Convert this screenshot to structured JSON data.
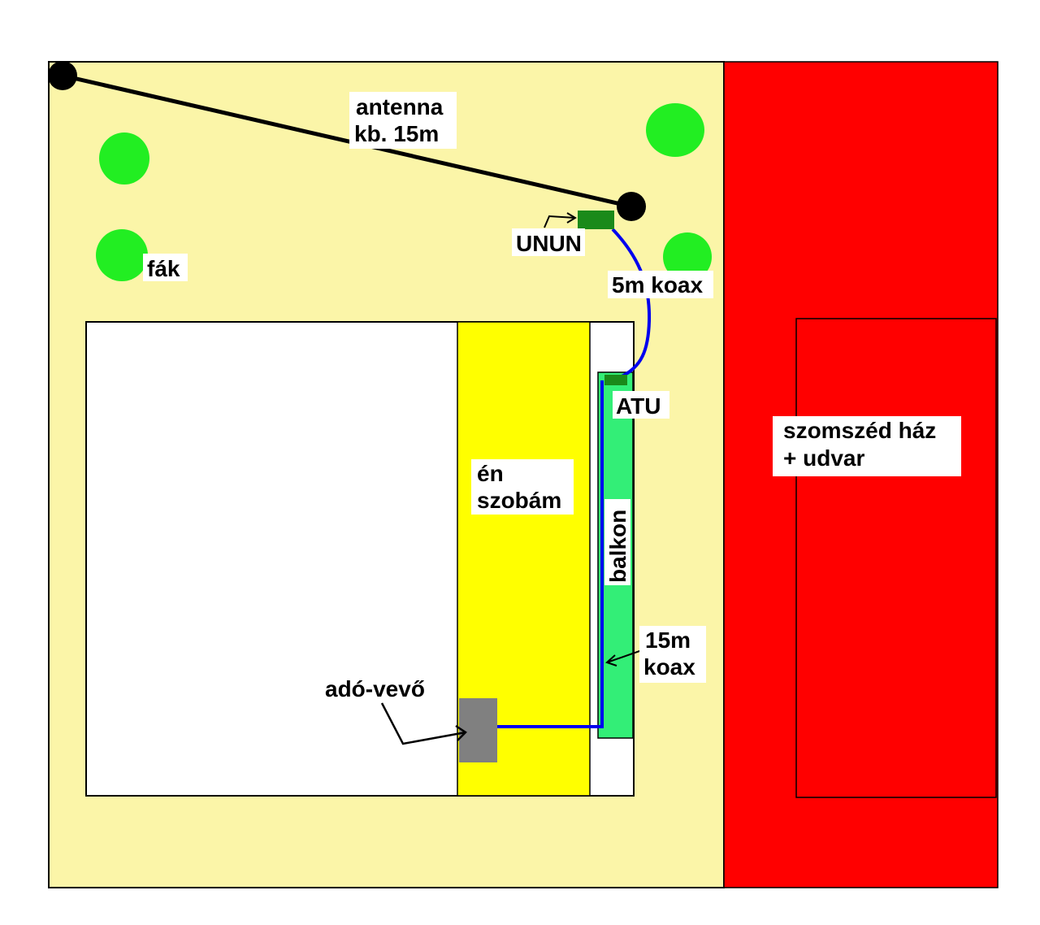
{
  "colors": {
    "yard": "#fbf5a8",
    "neighbor": "#ff0000",
    "room": "#ffff00",
    "balcony": "#33ee77",
    "tree": "#22ee22",
    "device": "#808080",
    "unit": "#1a8a1a",
    "coax": "#0000ee",
    "antenna": "#000000",
    "outline": "#000000",
    "house": "#ffffff",
    "label_bg": "#ffffff"
  },
  "labels": {
    "antenna_line1": "antenna",
    "antenna_line2": "kb. 15m",
    "trees": "fák",
    "unun": "UNUN",
    "coax_short": "5m koax",
    "atu": "ATU",
    "room_line1": "én",
    "room_line2": "szobám",
    "balcony": "balkon",
    "coax_long_line1": "15m",
    "coax_long_line2": "koax",
    "transceiver": "adó-vevő",
    "neighbor_line1": "szomszéd ház",
    "neighbor_line2": "+ udvar"
  },
  "icons": {
    "antenna_endpoint": "circle",
    "tree": "blob",
    "pointer": "arrow"
  }
}
